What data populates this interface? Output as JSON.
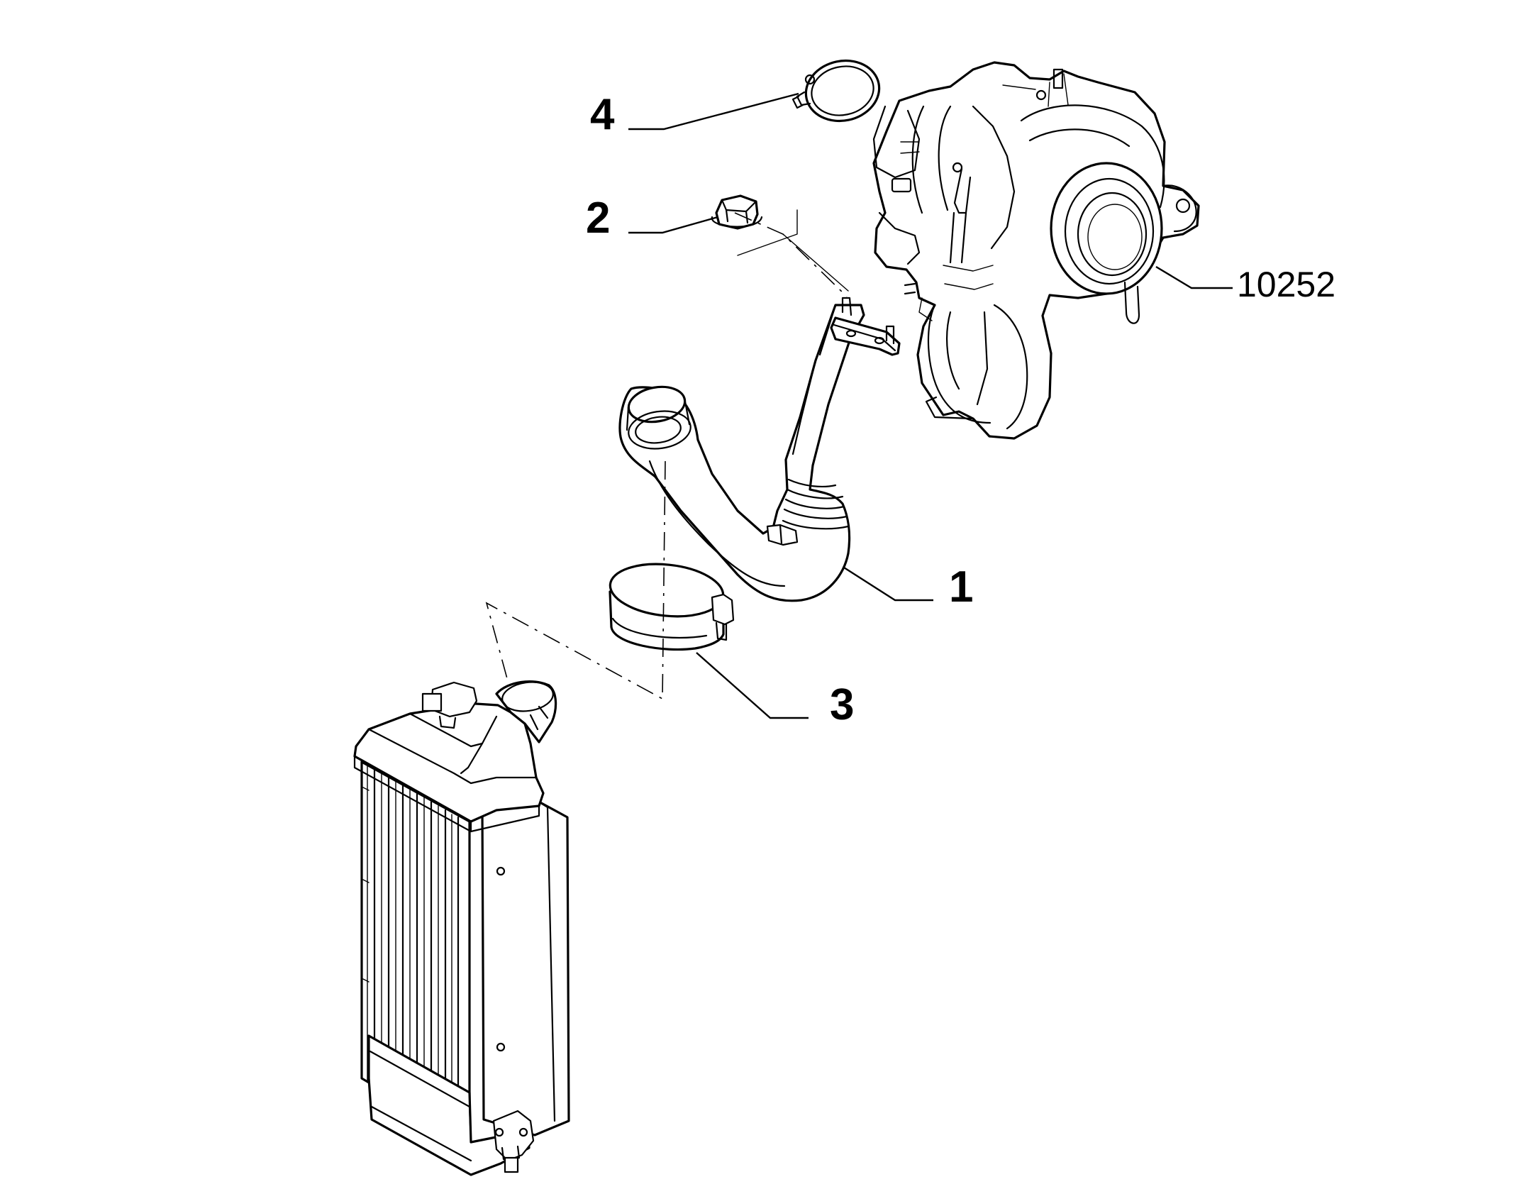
{
  "callouts": {
    "part_1": "1",
    "part_2": "2",
    "part_3": "3",
    "part_4": "4",
    "ref_turbocharger": "10252"
  }
}
